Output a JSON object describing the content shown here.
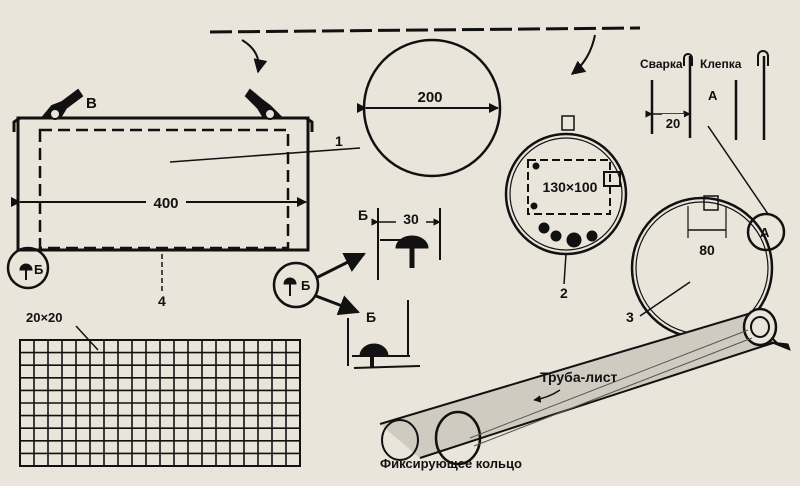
{
  "labels": {
    "dim_400": "400",
    "dim_200": "200",
    "dim_30": "30",
    "dim_130x100": "130×100",
    "dim_20": "20",
    "dim_80": "80",
    "grid_20x20": "20×20",
    "part_1": "1",
    "part_2": "2",
    "part_3": "3",
    "part_4": "4",
    "letter_v": "В",
    "letter_b_left": "Б",
    "letter_b_mid": "Б",
    "letter_b_detail1": "Б",
    "letter_b_detail2": "Б",
    "letter_a_circle": "А",
    "letter_a_detail": "А",
    "welding": "Сварка",
    "riveting": "Клепка",
    "tube_sheet": "Труба-лист",
    "fixing_ring": "Фиксирующее кольцо"
  },
  "colors": {
    "ink": "#111111",
    "paper": "#e9e5da"
  }
}
